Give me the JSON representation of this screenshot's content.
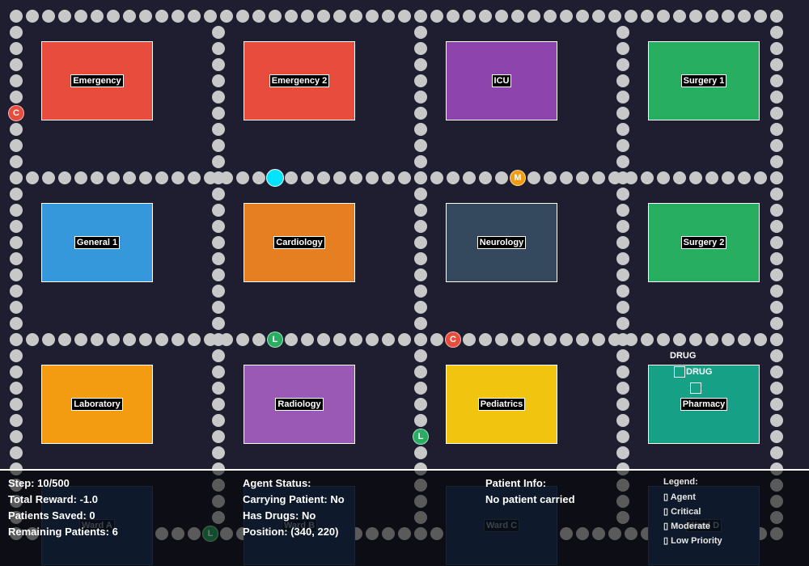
{
  "rooms": [
    {
      "name": "Emergency",
      "color": "#e74c3c"
    },
    {
      "name": "Emergency 2",
      "color": "#e74c3c"
    },
    {
      "name": "ICU",
      "color": "#8e44ad"
    },
    {
      "name": "Surgery 1",
      "color": "#27ae60"
    },
    {
      "name": "General 1",
      "color": "#3498db"
    },
    {
      "name": "Cardiology",
      "color": "#e67e22"
    },
    {
      "name": "Neurology",
      "color": "#34495e"
    },
    {
      "name": "Surgery 2",
      "color": "#27ae60"
    },
    {
      "name": "Laboratory",
      "color": "#f39c12"
    },
    {
      "name": "Radiology",
      "color": "#9b59b6"
    },
    {
      "name": "Pediatrics",
      "color": "#f1c40f"
    },
    {
      "name": "Pharmacy",
      "color": "#16a085"
    },
    {
      "name": "Ward A",
      "color": "#1f3a5f"
    },
    {
      "name": "Ward B",
      "color": "#1f3a5f"
    },
    {
      "name": "Ward C",
      "color": "#1f3a5f"
    },
    {
      "name": "Ward D",
      "color": "#1f3a5f"
    }
  ],
  "patients": [
    {
      "label": "C",
      "color": "#e74c3c"
    },
    {
      "label": "M",
      "color": "#f39c12"
    },
    {
      "label": "L",
      "color": "#27ae60"
    },
    {
      "label": "C",
      "color": "#e74c3c"
    },
    {
      "label": "L",
      "color": "#27ae60"
    },
    {
      "label": "L",
      "color": "#27ae60"
    }
  ],
  "drugs": {
    "label_top": "DRUG",
    "label_item": "DRUG"
  },
  "hud": {
    "step": "Step: 10/500",
    "total_reward": "Total Reward: -1.0",
    "patients_saved": "Patients Saved: 0",
    "remaining_patients": "Remaining Patients: 6",
    "agent_status_title": "Agent Status:",
    "carrying_patient": "Carrying Patient: No",
    "has_drugs": "Has Drugs: No",
    "position": "Position: (340, 220)",
    "patient_info_title": "Patient Info:",
    "patient_info_value": "No patient carried",
    "legend_title": "Legend:",
    "legend_items": [
      "▯ Agent",
      "▯ Critical",
      "▯ Moderate",
      "▯ Low Priority"
    ]
  },
  "colors": {
    "background": "#1e1e30",
    "corridor": "#c8c8c8",
    "agent": "#00e5ff"
  }
}
